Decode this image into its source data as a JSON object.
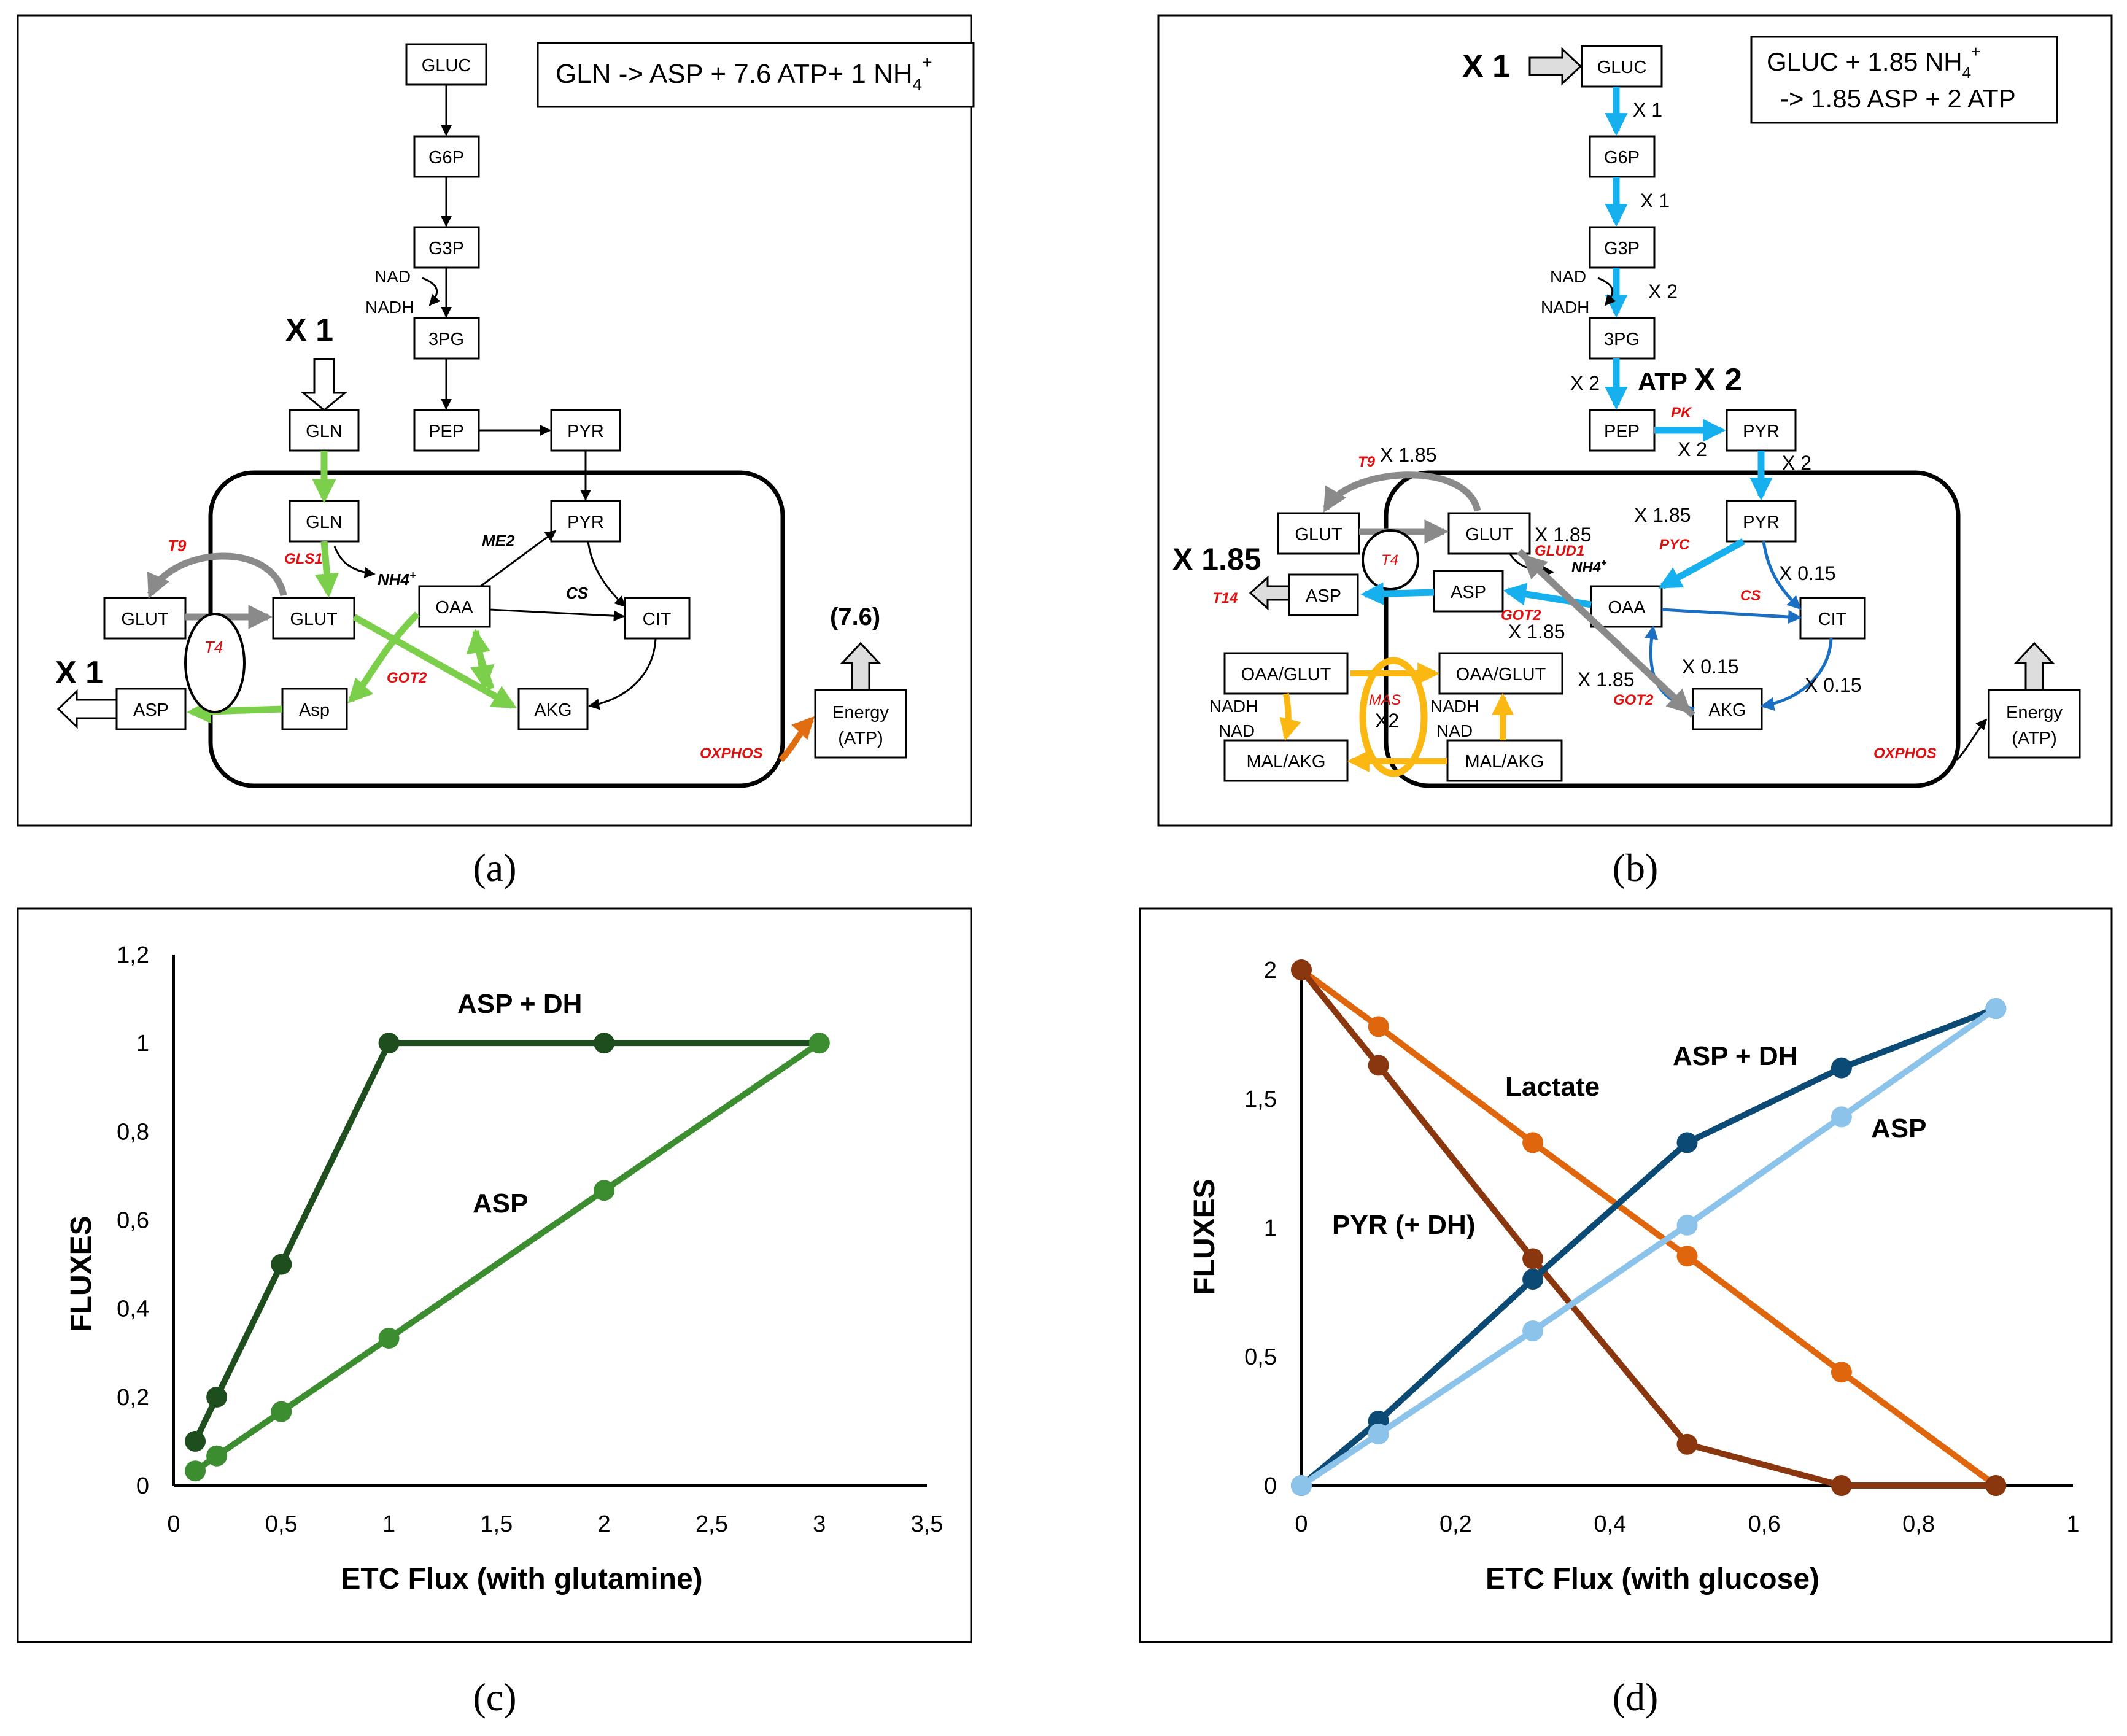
{
  "panel_a": {
    "equation": "GLN -> ASP + 7.6 ATP+ 1 NH4+",
    "equation_parts": {
      "main": "GLN -> ASP + 7.6 ATP+ 1 NH",
      "sub": "4",
      "sup": "+"
    },
    "nodes": {
      "gluc": "GLUC",
      "g6p": "G6P",
      "g3p": "G3P",
      "pg3": "3PG",
      "pep": "PEP",
      "pyr_out": "PYR",
      "gln_out": "GLN",
      "gln_in": "GLN",
      "pyr_in": "PYR",
      "glut_out": "GLUT",
      "glut_in": "GLUT",
      "oaa": "OAA",
      "cit": "CIT",
      "asp_out": "ASP",
      "asp_in": "Asp",
      "akg": "AKG",
      "energy_line1": "Energy",
      "energy_line2": "(ATP)"
    },
    "labels": {
      "nad": "NAD",
      "nadh": "NADH",
      "x1_in": "X 1",
      "x1_out": "X 1",
      "energy_value": "(7.6)",
      "t9": "T9",
      "t4": "T4",
      "gls1": "GLS1",
      "nh4": "NH4+",
      "nh4_main": "NH4",
      "nh4_sup": "+",
      "me2": "ME2",
      "cs": "CS",
      "got2": "GOT2",
      "oxphos": "OXPHOS"
    },
    "caption": "(a)"
  },
  "panel_b": {
    "equation_line1": "GLUC + 1.85 NH4+",
    "equation_line1_parts": {
      "main": "GLUC + 1.85 NH",
      "sub": "4",
      "sup": "+"
    },
    "equation_line2": "-> 1.85 ASP + 2 ATP",
    "nodes": {
      "gluc": "GLUC",
      "g6p": "G6P",
      "g3p": "G3P",
      "pg3": "3PG",
      "pep": "PEP",
      "pyr_out": "PYR",
      "pyr_in": "PYR",
      "glut_out": "GLUT",
      "glut_in": "GLUT",
      "asp_out": "ASP",
      "asp_in": "ASP",
      "oaa": "OAA",
      "cit": "CIT",
      "akg": "AKG",
      "oaa_glut_out": "OAA/GLUT",
      "oaa_glut_in": "OAA/GLUT",
      "mal_akg_out": "MAL/AKG",
      "mal_akg_in": "MAL/AKG",
      "energy_line1": "Energy",
      "energy_line2": "(ATP)"
    },
    "labels": {
      "x1_in": "X 1",
      "x1_a": "X 1",
      "x1_b": "X 1",
      "nad": "NAD",
      "nadh": "NADH",
      "x2_a": "X 2",
      "x2_b": "X 2",
      "atp_x2_atp": "ATP",
      "atp_x2_x": "X 2",
      "pk": "PK",
      "x2_c": "X 2",
      "x2_d": "X 2",
      "t9": "T9",
      "x185_t9": "X 1.85",
      "x185_gl": "X 1.85",
      "glud1": "GLUD1",
      "nh4_main": "NH4",
      "nh4_sup": "+",
      "x185_pyc": "X 1.85",
      "pyc": "PYC",
      "x015_a": "X 0.15",
      "cs": "CS",
      "t4": "T4",
      "x185_out": "X 1.85",
      "t14": "T14",
      "got2": "GOT2",
      "x185_got": "X 1.85",
      "x185_akg": "X 1.85",
      "x015_b": "X 0.15",
      "x015_c": "X 0.15",
      "mas": "MAS",
      "x2_mas": "X2",
      "nadh_l": "NADH",
      "nad_l": "NAD",
      "nadh_r": "NADH",
      "nad_r": "NAD",
      "oxphos": "OXPHOS"
    },
    "caption": "(b)"
  },
  "colors": {
    "green_light": "#7bcf4a",
    "gray": "#8a8a8a",
    "orange_arrow": "#e06d0f",
    "cyan": "#16b0ef",
    "blue_mid": "#1a6fc2",
    "yellow": "#fbb812",
    "red_label": "#e01010",
    "dark_green": "#1e4d1e",
    "mid_green": "#3b8d2f",
    "dark_blue": "#0b4a74",
    "light_blue": "#8cc3ea",
    "orange": "#e0660e",
    "brown": "#8a3710"
  },
  "chart_data": [
    {
      "type": "line",
      "xlabel": "ETC Flux (with glutamine)",
      "ylabel": "FLUXES",
      "xlim": [
        0,
        3.5
      ],
      "ylim": [
        0,
        1.2
      ],
      "xticks": [
        "0",
        "0,5",
        "1",
        "1,5",
        "2",
        "2,5",
        "3",
        "3,5"
      ],
      "yticks": [
        "0",
        "0,2",
        "0,4",
        "0,6",
        "0,8",
        "1",
        "1,2"
      ],
      "grid": false,
      "series": [
        {
          "name": "ASP + DH",
          "color": "#1e4d1e",
          "x": [
            0.1,
            0.2,
            0.5,
            1,
            2,
            3
          ],
          "y": [
            0.1,
            0.2,
            0.5,
            1,
            1,
            1
          ]
        },
        {
          "name": "ASP",
          "color": "#3b8d2f",
          "x": [
            0.1,
            0.2,
            0.5,
            1,
            2,
            3
          ],
          "y": [
            0.033,
            0.067,
            0.167,
            0.333,
            0.667,
            1
          ]
        }
      ],
      "caption": "(c)"
    },
    {
      "type": "line",
      "xlabel": "ETC Flux (with glucose)",
      "ylabel": "FLUXES",
      "xlim": [
        0,
        1
      ],
      "ylim": [
        0,
        2
      ],
      "xticks": [
        "0",
        "0,2",
        "0,4",
        "0,6",
        "0,8",
        "1"
      ],
      "yticks": [
        "0",
        "0,5",
        "1",
        "1,5",
        "2"
      ],
      "grid": false,
      "series": [
        {
          "name": "Lactate",
          "color": "#e0660e",
          "x": [
            0,
            0.1,
            0.3,
            0.5,
            0.7,
            0.9
          ],
          "y": [
            2,
            1.78,
            1.33,
            0.89,
            0.44,
            0
          ]
        },
        {
          "name": "PYR (+ DH)",
          "color": "#8a3710",
          "x": [
            0,
            0.1,
            0.3,
            0.5,
            0.7,
            0.9
          ],
          "y": [
            2,
            1.63,
            0.88,
            0.16,
            0,
            0
          ]
        },
        {
          "name": "ASP + DH",
          "color": "#0b4a74",
          "x": [
            0,
            0.1,
            0.3,
            0.5,
            0.7,
            0.9
          ],
          "y": [
            0,
            0.25,
            0.8,
            1.33,
            1.62,
            1.85
          ]
        },
        {
          "name": "ASP",
          "color": "#8cc3ea",
          "x": [
            0,
            0.1,
            0.3,
            0.5,
            0.7,
            0.9
          ],
          "y": [
            0,
            0.2,
            0.6,
            1.01,
            1.43,
            1.85
          ]
        }
      ],
      "caption": "(d)"
    }
  ]
}
